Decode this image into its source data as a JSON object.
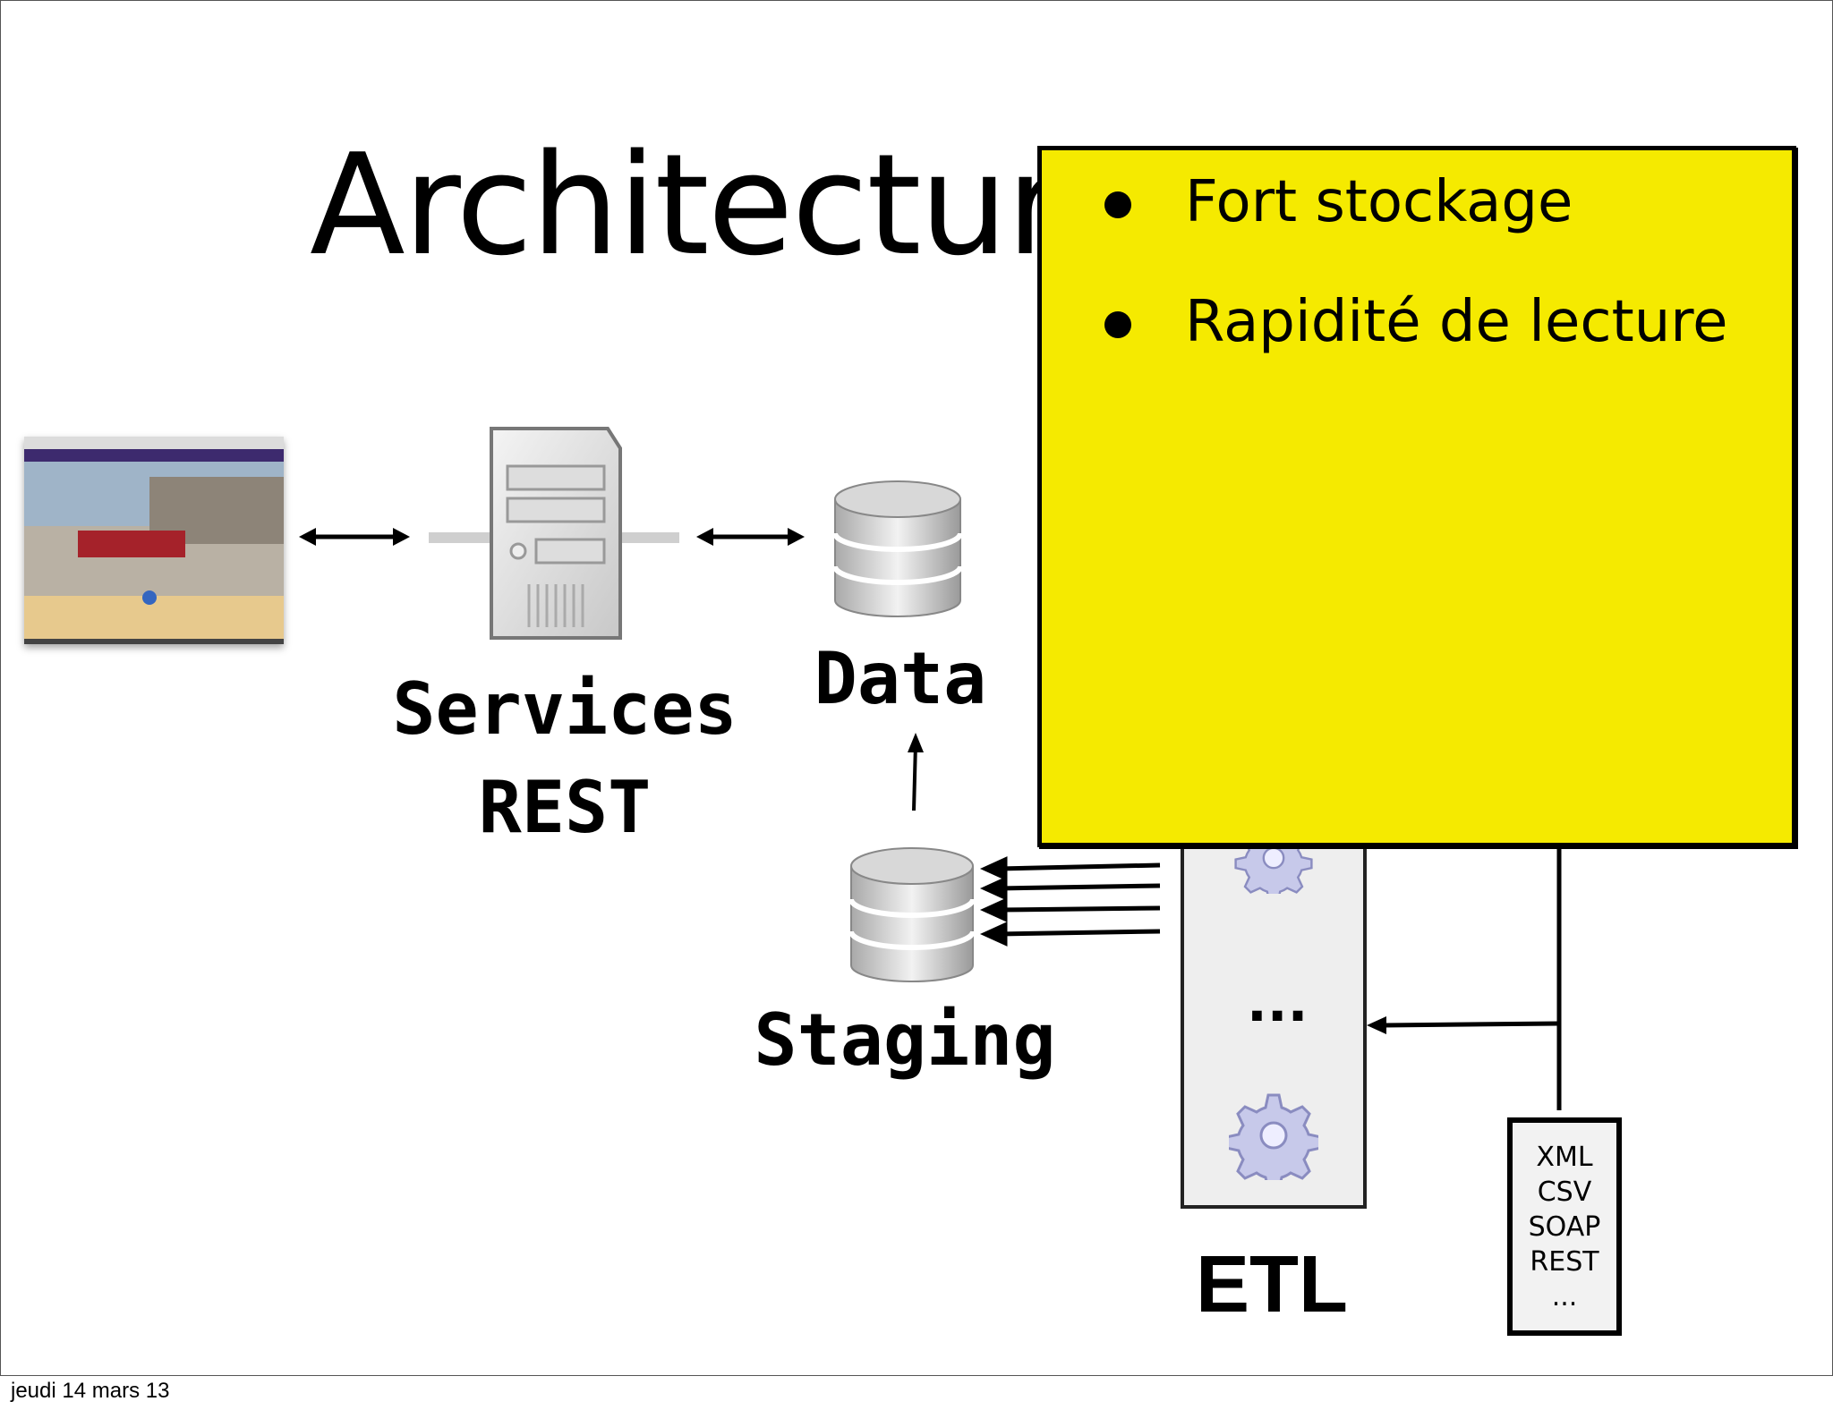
{
  "slide": {
    "title": "Architecture",
    "footer_date": "jeudi 14 mars 13"
  },
  "diagram": {
    "services_label_line1": "Services",
    "services_label_line2": "REST",
    "data_label": "Data",
    "staging_label": "Staging",
    "etl_label": "ETL",
    "etl_dots": "...",
    "sources": [
      "XML",
      "CSV",
      "SOAP",
      "REST",
      "..."
    ]
  },
  "popup": {
    "bullets": [
      "Fort stockage",
      "Rapidité de lecture"
    ],
    "background": "#f5ea00"
  }
}
